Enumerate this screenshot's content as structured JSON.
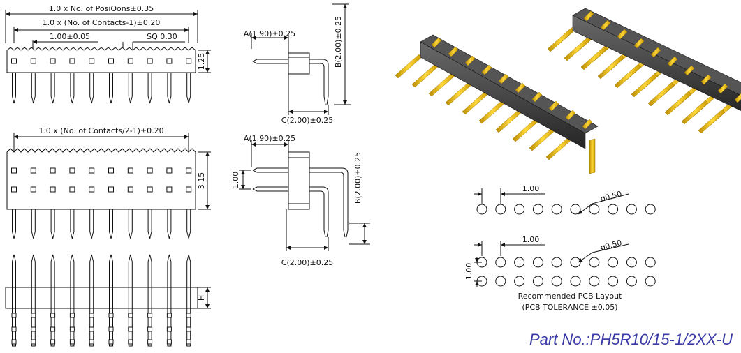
{
  "single_row": {
    "dim_total": "1.0 x No. of PosiΘons±0.35",
    "dim_contacts": "1.0 x (No. of Contacts-1)±0.20",
    "dim_pitch": "1.00±0.05",
    "dim_square": "SQ 0.30",
    "dim_height": "1.25"
  },
  "dual_row": {
    "dim_contacts": "1.0 x (No. of Contacts/2-1)±0.20",
    "dim_height": "3.15"
  },
  "side_view": {
    "dim_height": "H"
  },
  "side_single": {
    "dim_a": "A(1.90)±0.25",
    "dim_b": "B(2.00)±0.25",
    "dim_c": "C(2.00)±0.25"
  },
  "side_dual": {
    "dim_a": "A(1.90)±0.25",
    "dim_row": "1.00",
    "dim_b": "B(2.00)±0.25",
    "dim_c": "C(2.00)±0.25"
  },
  "pcb": {
    "row1_pitch": "1.00",
    "row1_hole": "ø0.50",
    "row2_pitch": "1.00",
    "row2_hole": "ø0.50",
    "row2_row": "1.00",
    "title": "Recommended PCB Layout",
    "tolerance": "(PCB TOLERANCE ±0.05)"
  },
  "part_number": "Part No.:PH5R10/15-1/2XX-U",
  "colors": {
    "pin_gold": "#f2c40a",
    "housing": "#3a3a3a",
    "part_number": "#3a3aa8"
  }
}
